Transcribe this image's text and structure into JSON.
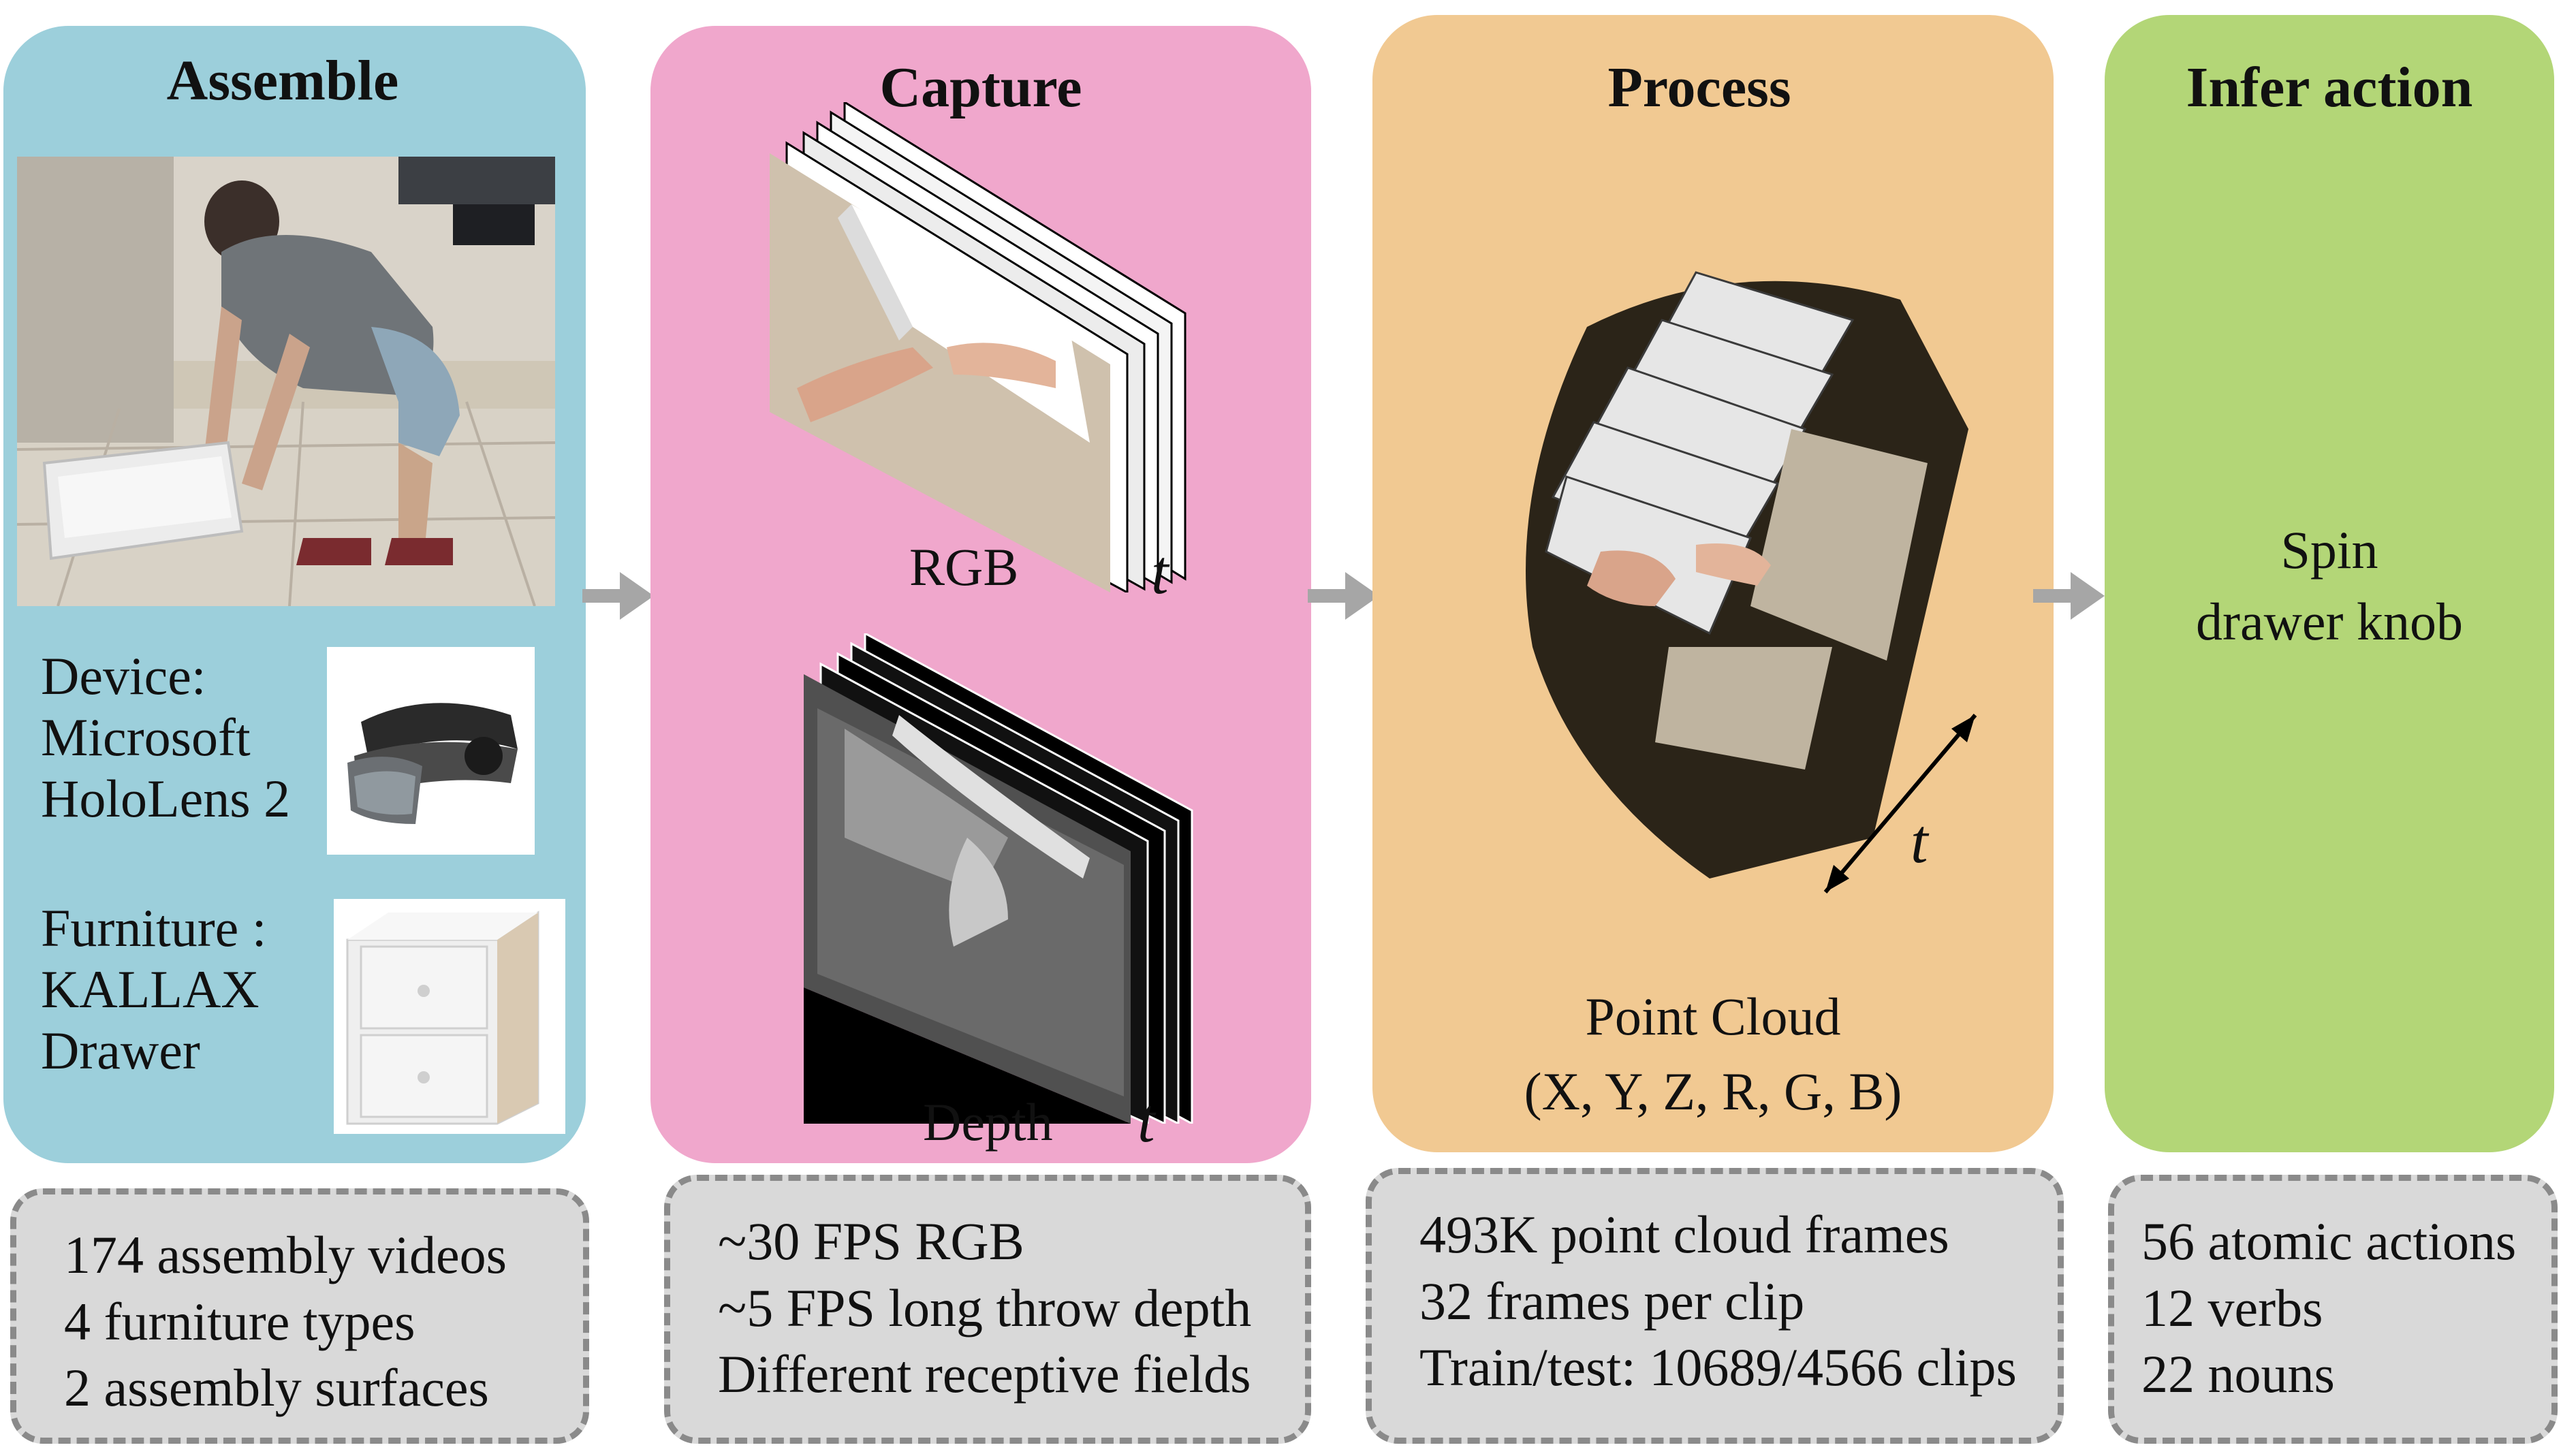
{
  "panels": {
    "assemble": {
      "title": "Assemble",
      "device_label": [
        "Device:",
        "Microsoft",
        "HoloLens 2"
      ],
      "furniture_label": [
        "Furniture :",
        "KALLAX",
        "Drawer"
      ],
      "stats": [
        "174 assembly videos",
        "4 furniture types",
        "2 assembly surfaces"
      ]
    },
    "capture": {
      "title": "Capture",
      "rgb_label": "RGB",
      "depth_label": "Depth",
      "time_symbol": "t",
      "stats": [
        "~30 FPS RGB",
        "~5 FPS long throw depth",
        "Different receptive fields"
      ]
    },
    "process": {
      "title": "Process",
      "cloud_label": "Point Cloud",
      "cloud_channels": "(X, Y, Z, R, G, B)",
      "time_symbol": "t",
      "stats": [
        "493K point cloud frames",
        "32 frames per clip",
        "Train/test: 10689/4566 clips"
      ]
    },
    "infer": {
      "title": "Infer action",
      "action_line1": "Spin",
      "action_line2": "drawer knob",
      "stats": [
        "56 atomic actions",
        "12 verbs",
        "22 nouns"
      ]
    }
  },
  "colors": {
    "assemble_bg": "#9ccfdb",
    "capture_bg": "#f0a7cc",
    "process_bg": "#f1c992",
    "infer_bg": "#b3d677",
    "arrow": "#a6a6a6",
    "stats_bg": "#d9d9d9"
  }
}
